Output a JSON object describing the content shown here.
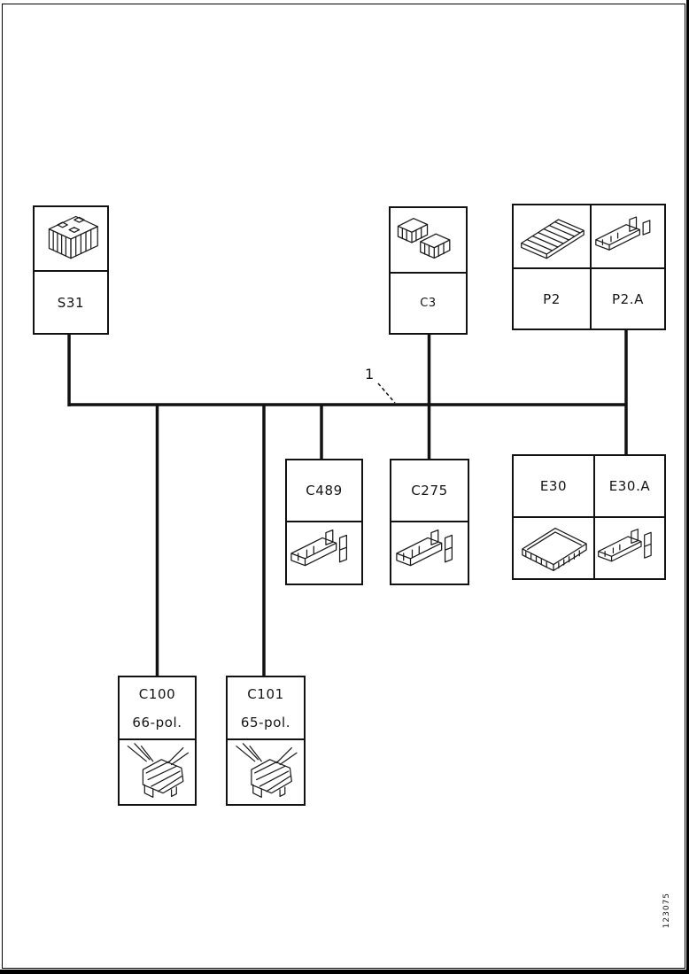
{
  "frame": {
    "doc_number": "123075"
  },
  "wire": {
    "label": "1"
  },
  "nodes": {
    "s31": {
      "label": "S31",
      "art": "relay-block"
    },
    "c3": {
      "label": "C3",
      "art": "connector-pair"
    },
    "p2": {
      "label": "P2",
      "art": "flat-connector-board"
    },
    "p2a": {
      "label": "P2.A",
      "art": "terminal-bracket"
    },
    "c489": {
      "label": "C489",
      "art": "terminal-bracket"
    },
    "c275": {
      "label": "C275",
      "art": "terminal-bracket"
    },
    "e30": {
      "label": "E30",
      "art": "ecu-module"
    },
    "e30a": {
      "label": "E30.A",
      "art": "terminal-bracket"
    },
    "c100": {
      "label": "C100",
      "pins": "66-pol.",
      "art": "harness-connector"
    },
    "c101": {
      "label": "C101",
      "pins": "65-pol.",
      "art": "harness-connector"
    }
  }
}
